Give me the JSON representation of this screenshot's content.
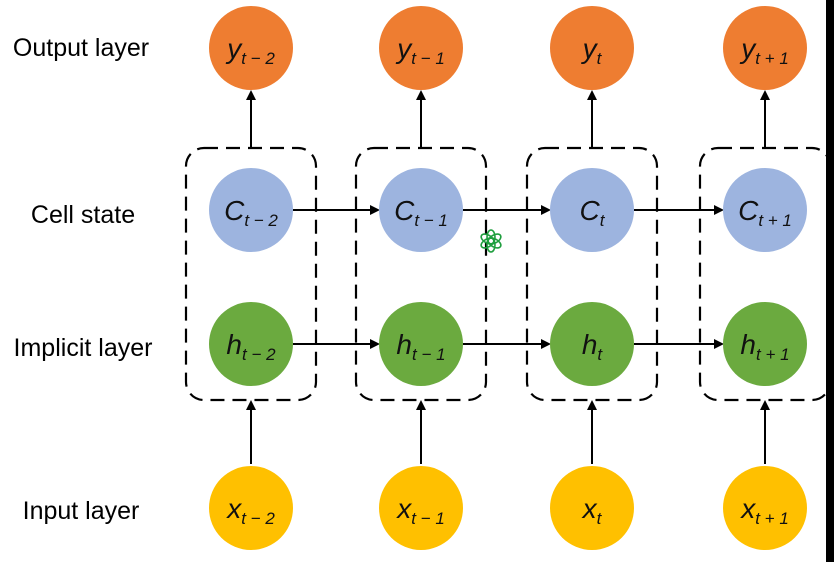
{
  "labels": {
    "output": "Output layer",
    "cell": "Cell state",
    "implicit": "Implicit layer",
    "input": "Input layer"
  },
  "colors": {
    "output": "#EE7D31",
    "cell": "#9DB4DF",
    "implicit": "#6BAA3F",
    "input": "#FFC000",
    "arrow": "#000000",
    "watermark": "#1F9E3E"
  },
  "columns": [
    {
      "output": {
        "base": "y",
        "sub": "t − 2"
      },
      "cell": {
        "base": "C",
        "sub": "t − 2"
      },
      "implicit": {
        "base": "h",
        "sub": "t − 2"
      },
      "input": {
        "base": "x",
        "sub": "t − 2"
      }
    },
    {
      "output": {
        "base": "y",
        "sub": "t − 1"
      },
      "cell": {
        "base": "C",
        "sub": "t − 1"
      },
      "implicit": {
        "base": "h",
        "sub": "t − 1"
      },
      "input": {
        "base": "x",
        "sub": "t − 1"
      }
    },
    {
      "output": {
        "base": "y",
        "sub": "t"
      },
      "cell": {
        "base": "C",
        "sub": "t"
      },
      "implicit": {
        "base": "h",
        "sub": "t"
      },
      "input": {
        "base": "x",
        "sub": "t"
      }
    },
    {
      "output": {
        "base": "y",
        "sub": "t + 1"
      },
      "cell": {
        "base": "C",
        "sub": "t + 1"
      },
      "implicit": {
        "base": "h",
        "sub": "t + 1"
      },
      "input": {
        "base": "x",
        "sub": "t + 1"
      }
    }
  ],
  "watermark_icon": "openai-logo-icon"
}
